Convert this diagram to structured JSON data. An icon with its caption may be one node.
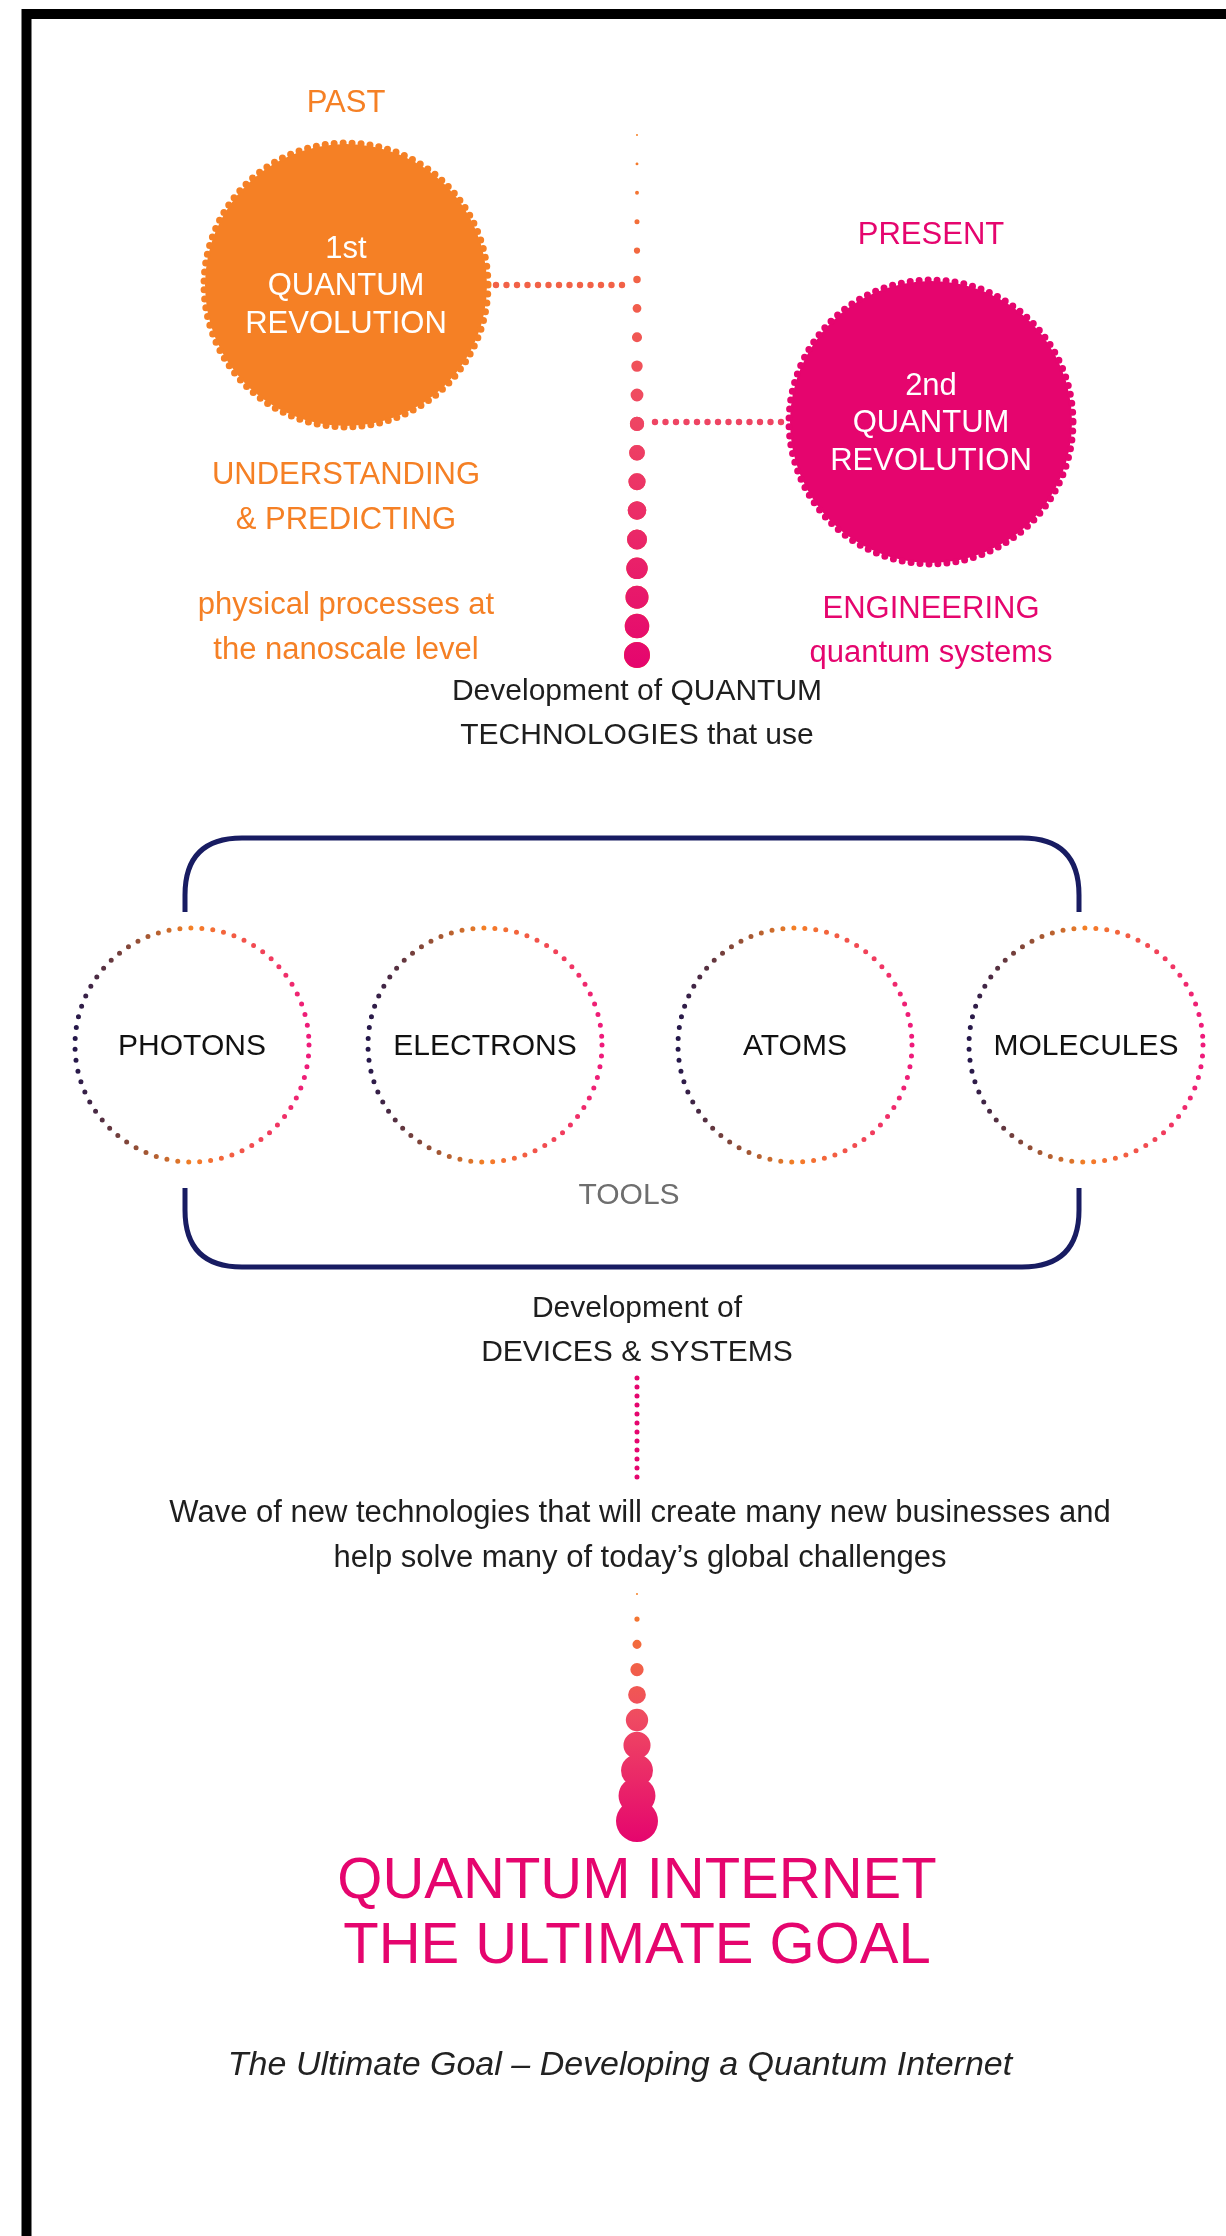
{
  "diagram": {
    "caption": "The Ultimate Goal – Developing a Quantum Internet",
    "nodes": [
      {
        "text": [
          "1st QUANTUM REVOLUTION"
        ],
        "beside": [
          "PAST",
          "UNDERSTANDING & PREDICTING"
        ]
      },
      {
        "text": [
          "2nd QUANTUM REVOLUTION"
        ],
        "beside": [
          "PRESENT",
          "ENGINEERING",
          "quantum systems"
        ]
      },
      {
        "text": [
          "Development of QUANTUM TECHNOLOGIES that use"
        ]
      },
      {
        "text": [
          "PHOTONS"
        ]
      },
      {
        "text": [
          "ELECTRONS"
        ]
      },
      {
        "text": [
          "ATOMS"
        ]
      },
      {
        "text": [
          "MOLECULES"
        ]
      },
      {
        "text": [
          "Development of DEVICES & SYSTEMS"
        ]
      },
      {
        "text": [
          "Wave of new technologies that will create many new businesses and help solve many of today’s global challenges"
        ]
      },
      {
        "text": [
          "QUANTUM INTERNET THE ULTIMATE GOAL"
        ]
      }
    ],
    "edges": [
      {
        "from": 0,
        "to": 2,
        "arrow": "none",
        "color": "#f58025"
      },
      {
        "from": 1,
        "to": 2,
        "arrow": "none"
      },
      {
        "from": 7,
        "to": 8,
        "arrow": "none"
      },
      {
        "from": 8,
        "to": 9,
        "arrow": "none"
      }
    ],
    "labels": [
      "physical processes at the nanoscale level",
      "TOOLS"
    ]
  }
}
